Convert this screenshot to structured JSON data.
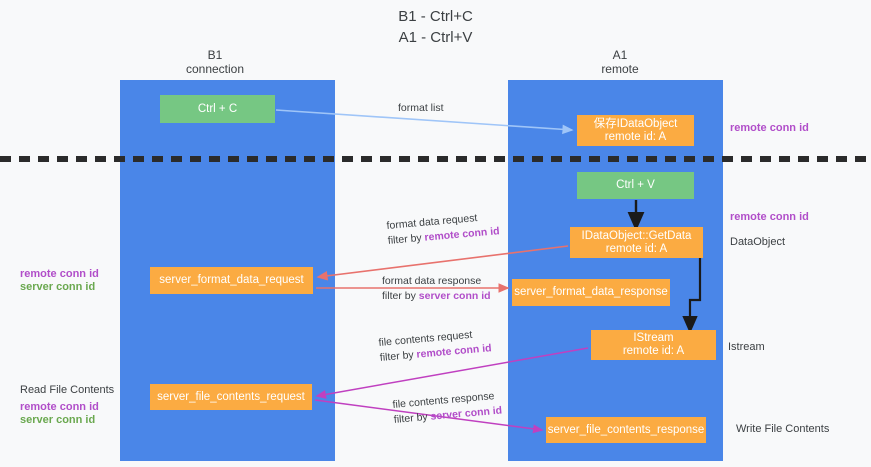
{
  "title": "B1 - Ctrl+C\nA1 - Ctrl+V",
  "columns": {
    "left": "B1\nconnection",
    "right": "A1\nremote"
  },
  "boxes": {
    "ctrl_c": "Ctrl + C",
    "data_object": "保存IDataObject\nremote id: A",
    "ctrl_v": "Ctrl + V",
    "get_data": "IDataObject::GetData\nremote id: A",
    "server_format_data_request": "server_format_data_request",
    "server_format_data_response": "server_format_data_response",
    "istream": "IStream\nremote id: A",
    "server_file_contents_request": "server_file_contents_request",
    "server_file_contents_response": "server_file_contents_response"
  },
  "arrow_labels": {
    "format_list": "format list",
    "format_data_request": "format data request",
    "format_data_request_filter_prefix": "filter by ",
    "format_data_request_filter_key": "remote conn id",
    "format_data_response": "format data response",
    "format_data_response_filter_prefix": "filter by ",
    "format_data_response_filter_key": "server conn id",
    "file_contents_request": "file contents request",
    "file_contents_request_filter_prefix": "filter by ",
    "file_contents_request_filter_key": "remote conn id",
    "file_contents_response": "file contents response",
    "file_contents_response_filter_prefix": "filter by ",
    "file_contents_response_filter_key": "server conn id"
  },
  "side_labels": {
    "remote_conn_id_top": "remote conn id",
    "remote_conn_id_mid": "remote conn id",
    "data_object": "DataObject",
    "istream": "Istream",
    "write_file_contents": "Write File Contents",
    "left_remote_conn_id_1": "remote conn id",
    "left_server_conn_id_1": "server conn id",
    "read_file_contents": "Read File Contents",
    "left_remote_conn_id_2": "remote conn id",
    "left_server_conn_id_2": "server conn id"
  },
  "colors": {
    "lane": "#4a86e8",
    "green_box": "#76c783",
    "orange_box": "#fbab42",
    "remote_conn_id": "#b14ec9",
    "server_conn_id": "#6aa84f",
    "arrow_blue": "#9fc5f8",
    "arrow_red": "#e8726d",
    "arrow_magenta": "#c040c0",
    "arrow_black": "#1a1a1a",
    "background": "#f8f9fa"
  }
}
